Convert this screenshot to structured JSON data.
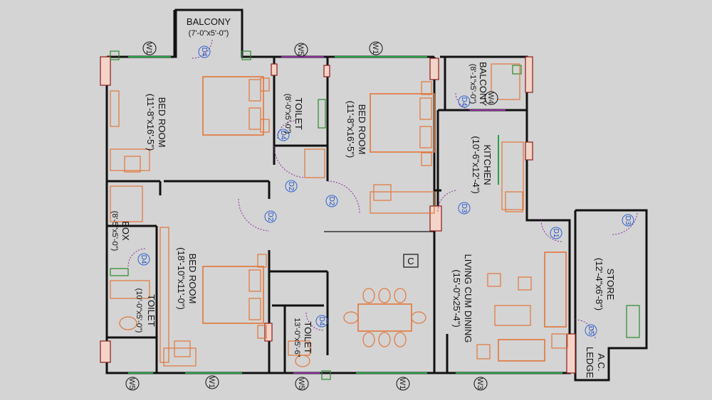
{
  "rooms": {
    "balcony_top": {
      "name": "BALCONY",
      "size": "(7'-0\"x5'-0\")"
    },
    "bedroom1": {
      "name": "BED ROOM",
      "size": "(11'-8\"x16'-5\")"
    },
    "toilet1": {
      "name": "TOILET",
      "size": "(8'-0\"x5'-0\")"
    },
    "bedroom2": {
      "name": "BED ROOM",
      "size": "(11'-8\"x16'-5\")"
    },
    "balcony_right": {
      "name": "BALCONY",
      "size": "(8'-1\"x5'-0\")"
    },
    "kitchen": {
      "name": "KITCHEN",
      "size": "(10'-6\"x12'-4\")"
    },
    "box": {
      "name": "BOX",
      "size": "(8'-5\"x5'-0\")"
    },
    "bedroom3": {
      "name": "BED ROOM",
      "size": "(18'-10\"x11'-0\")"
    },
    "toilet2": {
      "name": "TOILET",
      "size": "(10'-0\"x5'-0\")"
    },
    "toilet3": {
      "name": "TOILET",
      "size": "13'-0\"x5'-6\""
    },
    "living": {
      "name": "LIVING CUM DINING",
      "size": "(15'-0\"x25'-4\")"
    },
    "store": {
      "name": "STORE",
      "size": "(12'-4\"x6'-8\")"
    },
    "ac_ledge": {
      "name1": "A.C.",
      "name2": "LEDGE"
    }
  },
  "doors": {
    "d1": "D1",
    "d2a": "D2",
    "d2b": "D2",
    "d2c": "D2",
    "d3a": "D3",
    "d3b": "D3",
    "d4a": "D4",
    "d4b": "D4",
    "d4c": "D4",
    "d4d": "D4",
    "d4e": "D4",
    "d5": "D5"
  },
  "windows": {
    "w1a": "W1",
    "w5a": "W5",
    "w1b": "W1",
    "w4": "W4",
    "w5b": "W5",
    "w1c": "W1",
    "w5c": "W5",
    "w1d": "W1",
    "w3": "W3"
  },
  "centre_mark": "C"
}
